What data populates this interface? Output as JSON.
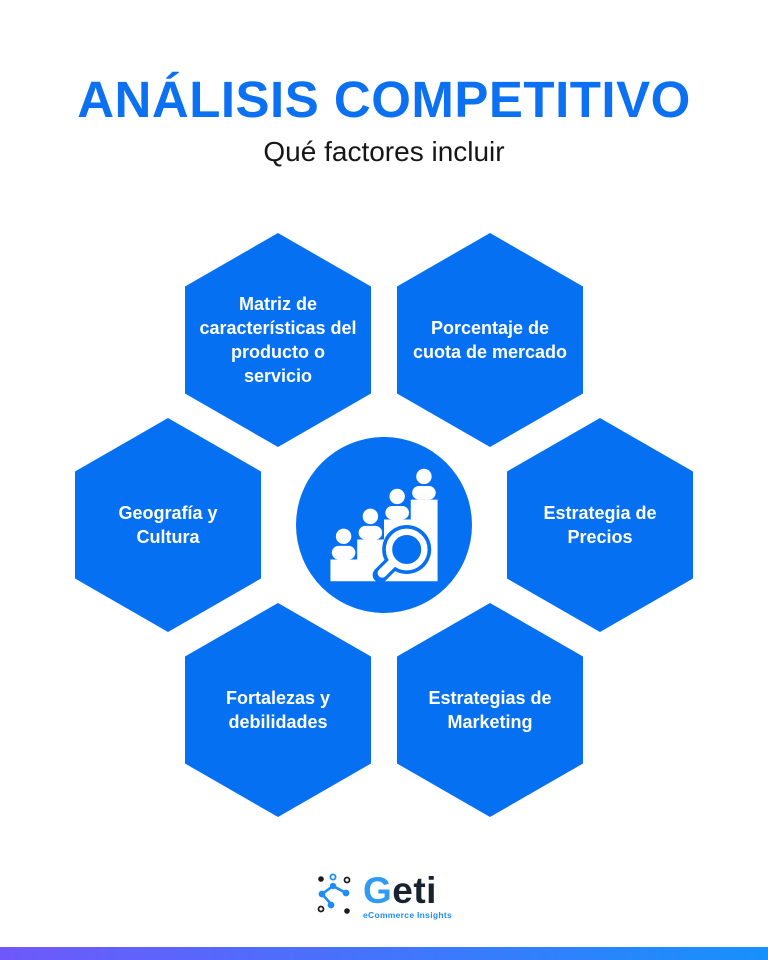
{
  "header": {
    "title": "ANÁLISIS COMPETITIVO",
    "subtitle": "Qué factores incluir"
  },
  "diagram": {
    "hexagons": [
      {
        "id": "matriz-caracteristicas",
        "label": "Matriz de características del producto o servicio"
      },
      {
        "id": "cuota-mercado",
        "label": "Porcentaje de cuota de mercado"
      },
      {
        "id": "geografia-cultura",
        "label": "Geografía y Cultura"
      },
      {
        "id": "estrategia-precios",
        "label": "Estrategia de Precios"
      },
      {
        "id": "fortalezas-debilidades",
        "label": "Fortalezas y debilidades"
      },
      {
        "id": "estrategias-marketing",
        "label": "Estrategias de Marketing"
      }
    ],
    "center_icon": "people-stairs-magnifier-icon"
  },
  "footer": {
    "logo_g": "G",
    "logo_rest": "eti",
    "tagline": "eCommerce Insights"
  },
  "colors": {
    "hexagon_blue": "#0670f2",
    "title_blue": "#0b70f1",
    "subtitle_black": "#161616",
    "hex_text_white": "#ffffff",
    "logo_blue": "#2e9bf5",
    "logo_dark": "#18232f",
    "tagline_blue": "#1d8cf8",
    "gradient_left": "#6f58fb",
    "gradient_right": "#1791fb"
  }
}
